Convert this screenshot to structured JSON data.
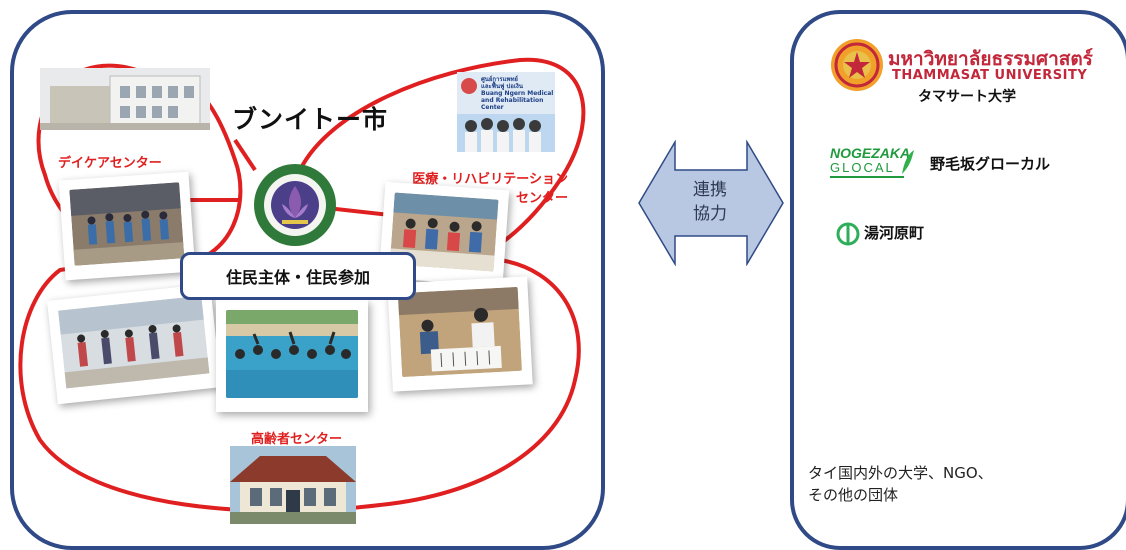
{
  "left_panel": {
    "city_title": "ブンイトー市",
    "center_banner": "住民主体・住民参加",
    "labels": {
      "day_care": "デイケアセンター",
      "medical_rehab_line1": "医療・リハビリテーション",
      "medical_rehab_line2": "センター",
      "elderly_center": "高齢者センター"
    },
    "medical_sign": {
      "thai_line1": "ศูนย์การแพทย์",
      "thai_line2": "และฟื้นฟู บ่อเงิน",
      "en_line1": "Buang Ngern Medical",
      "en_line2": "and Rehabilitation Center"
    }
  },
  "cooperation": {
    "line1": "連携",
    "line2": "協力"
  },
  "partners": {
    "thammasat": {
      "thai": "มหาวิทยาลัยธรรมศาสตร์",
      "english": "THAMMASAT UNIVERSITY",
      "japanese": "タマサート大学"
    },
    "nogezaka": {
      "logo_top": "NOGEZAKA",
      "logo_bottom": "GLOCAL",
      "japanese": "野毛坂グローカル"
    },
    "yugawara": {
      "japanese": "湯河原町"
    },
    "note_line1": "タイ国内外の大学、NGO、",
    "note_line2": "その他の団体"
  },
  "colors": {
    "frame_blue": "#2f4a86",
    "red_ring": "#e02020",
    "arrow_fill": "#b9c8e2",
    "thammasat_red": "#c2273a",
    "nogezaka_green": "#1f9a3c"
  },
  "icons": {
    "seal": "municipal-seal-icon",
    "thammasat": "thammasat-seal-icon",
    "yugawara": "yugawara-emblem-icon"
  }
}
